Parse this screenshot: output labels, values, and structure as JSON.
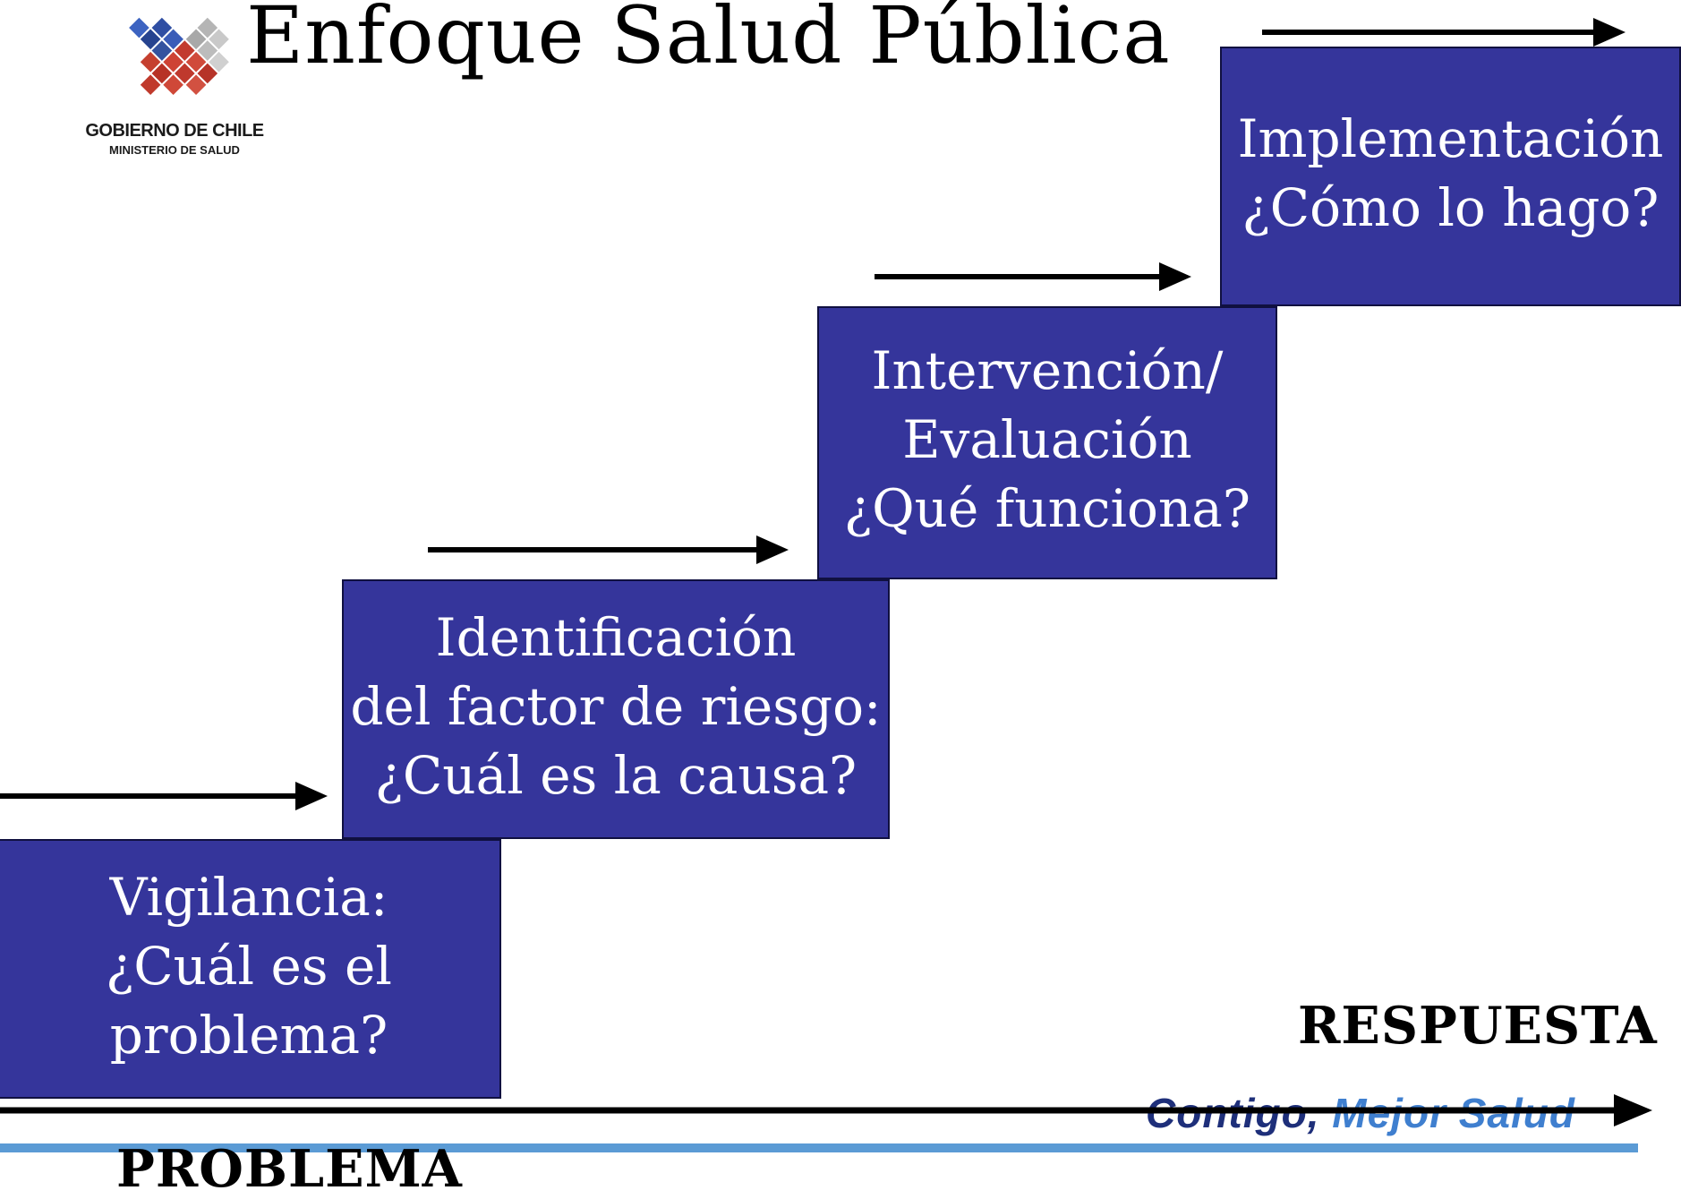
{
  "header": {
    "title": "Enfoque Salud Pública",
    "logo": {
      "line1": "GOBIERNO DE CHILE",
      "line2": "MINISTERIO DE SALUD"
    }
  },
  "steps": [
    {
      "text": "Vigilancia:\n¿Cuál es el\nproblema?"
    },
    {
      "text": "Identificación\ndel factor de riesgo:\n¿Cuál es la causa?"
    },
    {
      "text": "Intervención/\nEvaluación\n¿Qué funciona?"
    },
    {
      "text": "Implementación\n¿Cómo lo hago?"
    }
  ],
  "axis": {
    "end_label": "RESPUESTA",
    "start_label": "PROBLEMA"
  },
  "footer": {
    "slogan_part1": "Contigo, ",
    "slogan_part2": "Mejor Salud"
  },
  "colors": {
    "box_fill": "#35359b",
    "slogan_dark": "#1e2f7a",
    "slogan_light": "#3f7fcf",
    "footer_line": "#5b9bd5"
  }
}
